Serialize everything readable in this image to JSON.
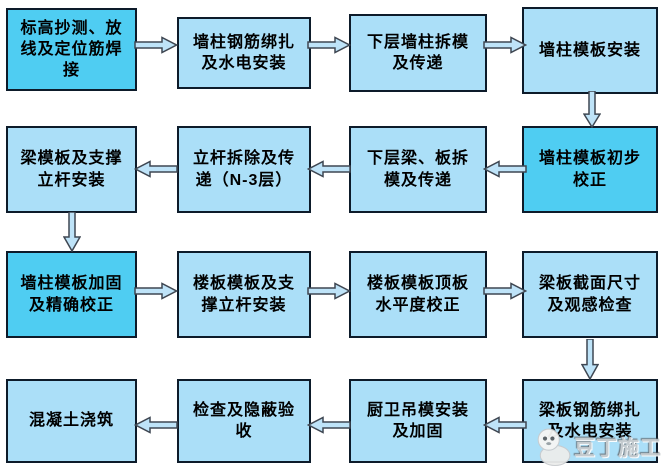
{
  "flowchart": {
    "colors": {
      "background": "#ffffff",
      "node_fill": "#abdff8",
      "node_fill_emphasis": "#4fcdf2",
      "node_border": "#0d1b2a",
      "arrow_fill": "#bee3f8",
      "arrow_stroke": "#3f4752",
      "text": "#000000",
      "watermark_color": "#c6cacd"
    },
    "rows": [
      {
        "direction": "right",
        "nodes": [
          {
            "label": "标高抄测、放\n线及定位筋焊\n接",
            "emphasis": true
          },
          {
            "label": "墙柱钢筋绑扎\n及水电安装",
            "emphasis": false
          },
          {
            "label": "下层墙柱拆模\n及传递",
            "emphasis": false
          },
          {
            "label": "墙柱模板安装",
            "emphasis": false
          }
        ]
      },
      {
        "direction": "left",
        "nodes": [
          {
            "label": "梁模板及支撑\n立杆安装",
            "emphasis": false
          },
          {
            "label": "立杆拆除及传\n递（N-3层）",
            "emphasis": false
          },
          {
            "label": "下层梁、板拆\n模及传递",
            "emphasis": false
          },
          {
            "label": "墙柱模板初步\n校正",
            "emphasis": true
          }
        ]
      },
      {
        "direction": "right",
        "nodes": [
          {
            "label": "墙柱模板加固\n及精确校正",
            "emphasis": true
          },
          {
            "label": "楼板模板及支\n撑立杆安装",
            "emphasis": false
          },
          {
            "label": "楼板模板顶板\n水平度校正",
            "emphasis": false
          },
          {
            "label": "梁板截面尺寸\n及观感检查",
            "emphasis": false
          }
        ]
      },
      {
        "direction": "left",
        "nodes": [
          {
            "label": "混凝土浇筑",
            "emphasis": false
          },
          {
            "label": "检查及隐蔽验\n收",
            "emphasis": false
          },
          {
            "label": "厨卫吊模安装\n及加固",
            "emphasis": false
          },
          {
            "label": "梁板钢筋绑扎\n及水电安装",
            "emphasis": false
          }
        ]
      }
    ],
    "vertical_connectors": [
      {
        "from": "墙柱模板安装",
        "to": "墙柱模板初步校正"
      },
      {
        "from": "梁模板及支撑立杆安装",
        "to": "墙柱模板加固及精确校正"
      },
      {
        "from": "梁板截面尺寸及观感检查",
        "to": "梁板钢筋绑扎及水电安装"
      }
    ],
    "watermark": {
      "text": "豆丁施工"
    }
  }
}
